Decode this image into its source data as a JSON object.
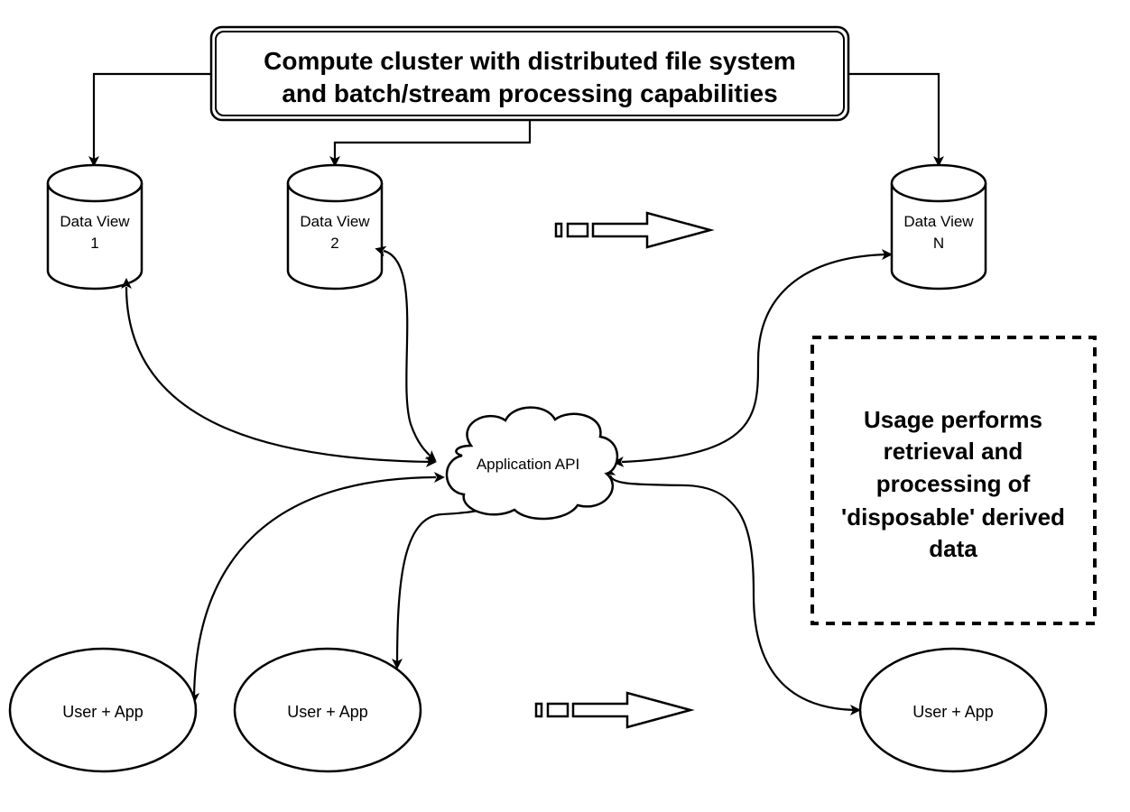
{
  "diagram": {
    "cluster_box": {
      "lines": [
        "Compute cluster with distributed file system",
        "and batch/stream processing capabilities"
      ]
    },
    "data_views": [
      {
        "id": "dv1",
        "lines": [
          "Data View",
          "1"
        ]
      },
      {
        "id": "dv2",
        "lines": [
          "Data View",
          "2"
        ]
      },
      {
        "id": "dvN",
        "lines": [
          "Data View",
          "N"
        ]
      }
    ],
    "api": {
      "label": "Application API"
    },
    "users": [
      {
        "id": "u1",
        "label": "User + App"
      },
      {
        "id": "u2",
        "label": "User + App"
      },
      {
        "id": "uN",
        "label": "User + App"
      }
    ],
    "note": {
      "lines": [
        "Usage performs",
        "retrieval and",
        "processing of",
        "'disposable' derived",
        "data"
      ]
    },
    "continuation_arrows": [
      {
        "id": "top",
        "meaning": "more data views"
      },
      {
        "id": "bottom",
        "meaning": "more users"
      }
    ],
    "edges": [
      {
        "from": "cluster",
        "to": "dv1",
        "style": "orthogonal",
        "arrow": "end"
      },
      {
        "from": "cluster",
        "to": "dv2",
        "style": "orthogonal",
        "arrow": "end"
      },
      {
        "from": "cluster",
        "to": "dvN",
        "style": "orthogonal",
        "arrow": "end"
      },
      {
        "from": "api",
        "to": "dv1",
        "style": "curved",
        "arrow": "both"
      },
      {
        "from": "api",
        "to": "dv2",
        "style": "curved",
        "arrow": "both"
      },
      {
        "from": "api",
        "to": "dvN",
        "style": "curved",
        "arrow": "both"
      },
      {
        "from": "api",
        "to": "u1",
        "style": "curved",
        "arrow": "both"
      },
      {
        "from": "api",
        "to": "u2",
        "style": "curved",
        "arrow": "both"
      },
      {
        "from": "api",
        "to": "uN",
        "style": "curved",
        "arrow": "both"
      }
    ]
  }
}
